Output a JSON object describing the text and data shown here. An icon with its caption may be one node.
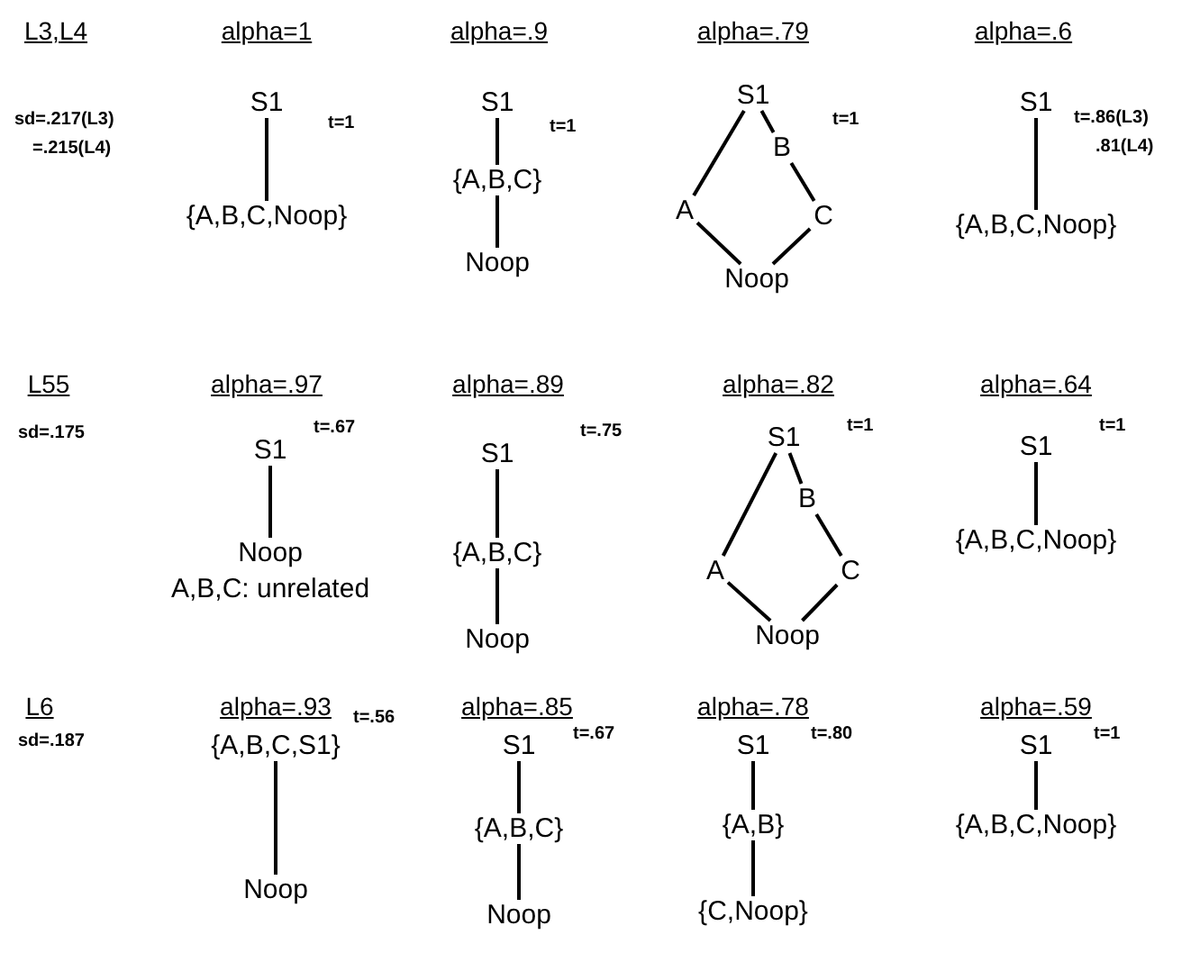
{
  "diagram": {
    "nodes": [
      {
        "text": [
          "S1"
        ]
      },
      {
        "text": [
          "{A,B,C,Noop}"
        ]
      },
      {
        "text": [
          "S1"
        ]
      },
      {
        "text": [
          "{A,B,C}"
        ]
      },
      {
        "text": [
          "Noop"
        ]
      },
      {
        "text": [
          "S1"
        ]
      },
      {
        "text": [
          "B"
        ]
      },
      {
        "text": [
          "A"
        ]
      },
      {
        "text": [
          "C"
        ]
      },
      {
        "text": [
          "Noop"
        ]
      },
      {
        "text": [
          "S1"
        ]
      },
      {
        "text": [
          "{A,B,C,Noop}"
        ]
      },
      {
        "text": [
          "S1"
        ]
      },
      {
        "text": [
          "Noop"
        ]
      },
      {
        "text": [
          "S1"
        ]
      },
      {
        "text": [
          "{A,B,C}"
        ]
      },
      {
        "text": [
          "Noop"
        ]
      },
      {
        "text": [
          "S1"
        ]
      },
      {
        "text": [
          "B"
        ]
      },
      {
        "text": [
          "A"
        ]
      },
      {
        "text": [
          "C"
        ]
      },
      {
        "text": [
          "Noop"
        ]
      },
      {
        "text": [
          "S1"
        ]
      },
      {
        "text": [
          "{A,B,C,Noop}"
        ]
      },
      {
        "text": [
          "{A,B,C,S1}"
        ]
      },
      {
        "text": [
          "Noop"
        ]
      },
      {
        "text": [
          "S1"
        ]
      },
      {
        "text": [
          "{A,B,C}"
        ]
      },
      {
        "text": [
          "Noop"
        ]
      },
      {
        "text": [
          "S1"
        ]
      },
      {
        "text": [
          "{A,B}"
        ]
      },
      {
        "text": [
          "{C,Noop}"
        ]
      },
      {
        "text": [
          "S1"
        ]
      },
      {
        "text": [
          "{A,B,C,Noop}"
        ]
      }
    ],
    "edges": [
      {
        "from": 0,
        "to": 1,
        "arrow": "none"
      },
      {
        "from": 2,
        "to": 3,
        "arrow": "none"
      },
      {
        "from": 3,
        "to": 4,
        "arrow": "none"
      },
      {
        "from": 5,
        "to": 6,
        "arrow": "none"
      },
      {
        "from": 6,
        "to": 8,
        "arrow": "none"
      },
      {
        "from": 5,
        "to": 7,
        "arrow": "none"
      },
      {
        "from": 7,
        "to": 9,
        "arrow": "none"
      },
      {
        "from": 8,
        "to": 9,
        "arrow": "none"
      },
      {
        "from": 10,
        "to": 11,
        "arrow": "none"
      },
      {
        "from": 12,
        "to": 13,
        "arrow": "none"
      },
      {
        "from": 14,
        "to": 15,
        "arrow": "none"
      },
      {
        "from": 15,
        "to": 16,
        "arrow": "none"
      },
      {
        "from": 17,
        "to": 18,
        "arrow": "none"
      },
      {
        "from": 18,
        "to": 20,
        "arrow": "none"
      },
      {
        "from": 17,
        "to": 19,
        "arrow": "none"
      },
      {
        "from": 19,
        "to": 21,
        "arrow": "none"
      },
      {
        "from": 20,
        "to": 21,
        "arrow": "none"
      },
      {
        "from": 22,
        "to": 23,
        "arrow": "none"
      },
      {
        "from": 24,
        "to": 25,
        "arrow": "none"
      },
      {
        "from": 26,
        "to": 27,
        "arrow": "none"
      },
      {
        "from": 27,
        "to": 28,
        "arrow": "none"
      },
      {
        "from": 29,
        "to": 30,
        "arrow": "none"
      },
      {
        "from": 30,
        "to": 31,
        "arrow": "none"
      },
      {
        "from": 32,
        "to": 33,
        "arrow": "none"
      }
    ],
    "labels": [
      "L3,L4",
      "alpha=1",
      "alpha=.9",
      "alpha=.79",
      "alpha=.6",
      "sd=.217(L3)",
      "=.215(L4)",
      "t=1",
      "t=1",
      "t=1",
      "t=.86(L3)",
      ".81(L4)",
      "L55",
      "alpha=.97",
      "alpha=.89",
      "alpha=.82",
      "alpha=.64",
      "sd=.175",
      "t=.67",
      "t=.75",
      "t=1",
      "t=1",
      "A,B,C: unrelated",
      "L6",
      "alpha=.93",
      "alpha=.85",
      "alpha=.78",
      "alpha=.59",
      "sd=.187",
      "t=.56",
      "t=.67",
      "t=.80",
      "t=1"
    ]
  }
}
